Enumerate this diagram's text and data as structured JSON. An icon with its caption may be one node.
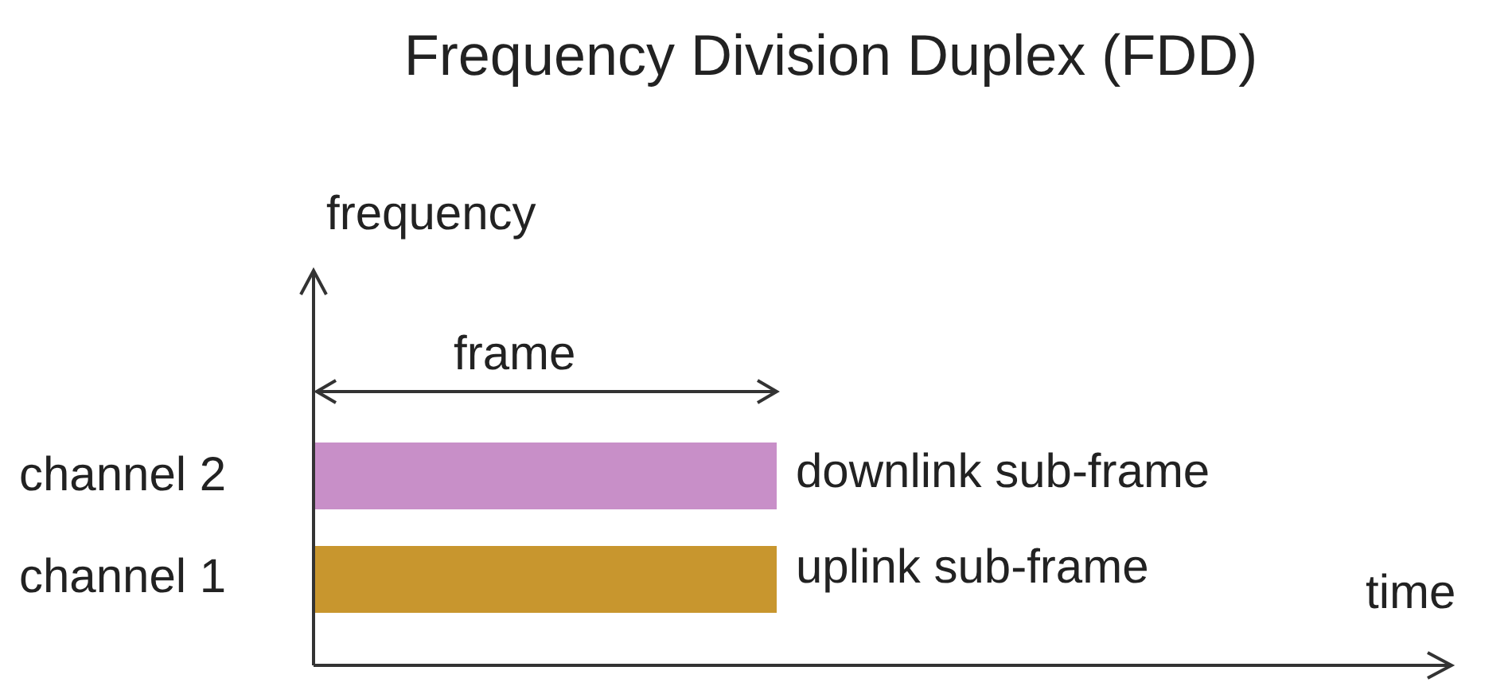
{
  "diagram": {
    "title": "Frequency Division Duplex (FDD)",
    "nodes": [
      {
        "text": [],
        "shape": "bar",
        "beside": [
          "downlink sub-frame"
        ]
      },
      {
        "text": [],
        "shape": "bar",
        "beside": [
          "uplink sub-frame"
        ]
      }
    ],
    "labels": [
      "frequency",
      "frame",
      "channel 2",
      "channel 1",
      "time"
    ]
  }
}
